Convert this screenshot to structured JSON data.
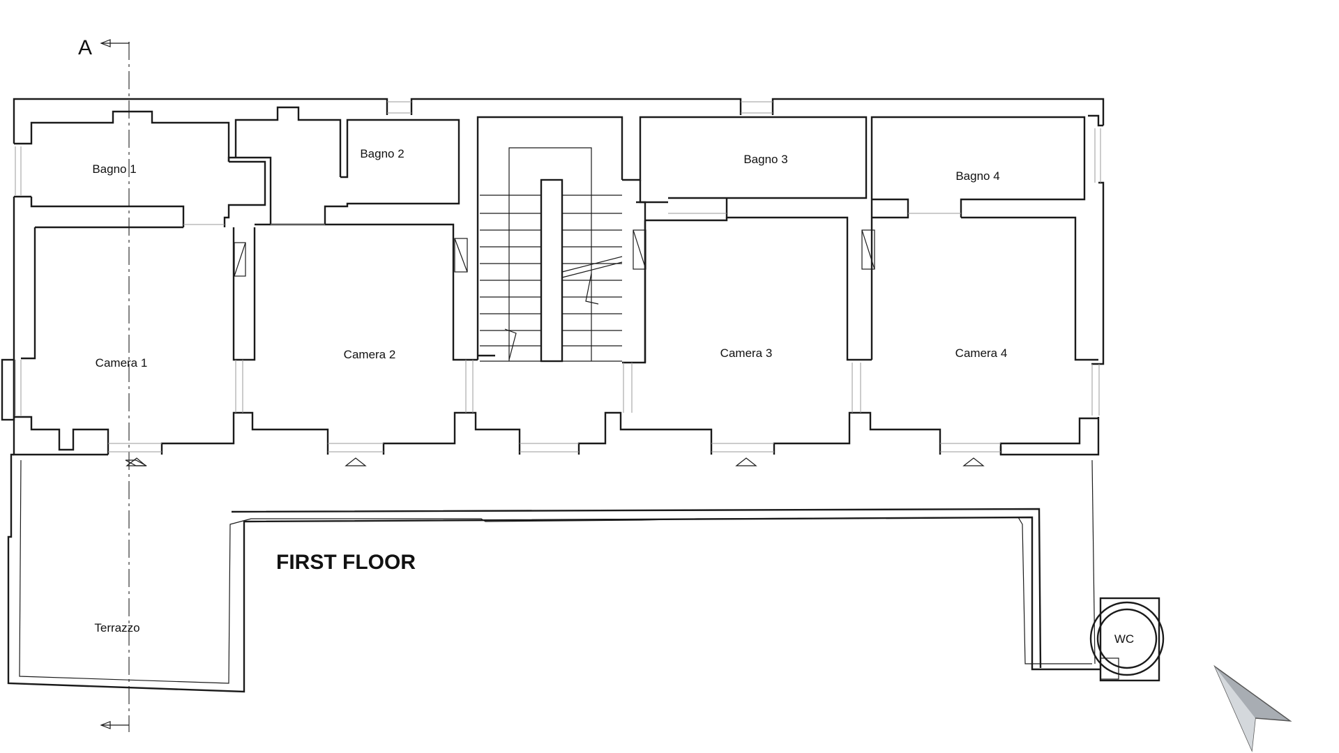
{
  "floor_title": "FIRST FLOOR",
  "section_marker": "A",
  "rooms": {
    "bagno1": "Bagno 1",
    "bagno2": "Bagno 2",
    "bagno3": "Bagno 3",
    "bagno4": "Bagno 4",
    "camera1": "Camera 1",
    "camera2": "Camera 2",
    "camera3": "Camera 3",
    "camera4": "Camera 4",
    "terrazzo": "Terrazzo",
    "wc": "WC"
  },
  "icons": {
    "cursor": "mouse-pointer-icon"
  },
  "colors": {
    "line": "#1a1a1a",
    "window": "#9a9a9a",
    "cursor_fill": "#a8adb3"
  }
}
